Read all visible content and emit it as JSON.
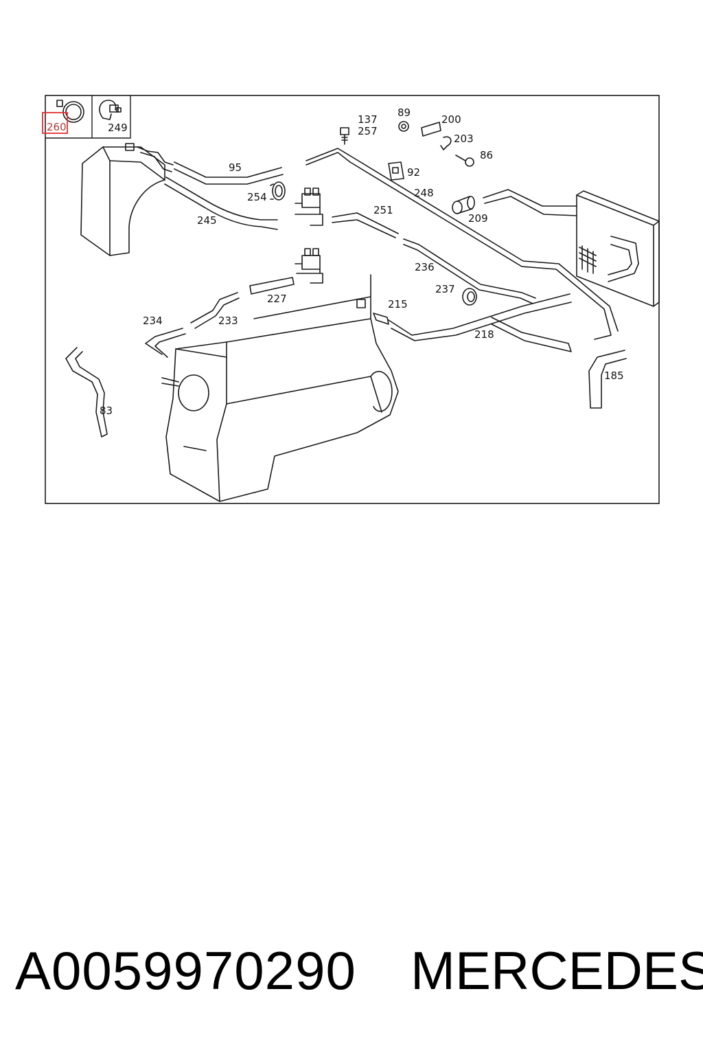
{
  "diagram": {
    "highlight_color": "#e03030",
    "labels": {
      "p260": "260",
      "p249": "249",
      "p95": "95",
      "p254": "254",
      "p245": "245",
      "p137": "137",
      "p257": "257",
      "p89": "89",
      "p200": "200",
      "p203": "203",
      "p86": "86",
      "p92": "92",
      "p248": "248",
      "p251": "251",
      "p209": "209",
      "p236": "236",
      "p237": "237",
      "p227": "227",
      "p215": "215",
      "p234": "234",
      "p233": "233",
      "p218": "218",
      "p185": "185",
      "p83": "83"
    }
  },
  "footer": {
    "part_number": "A0059970290",
    "brand": "MERCEDES"
  }
}
